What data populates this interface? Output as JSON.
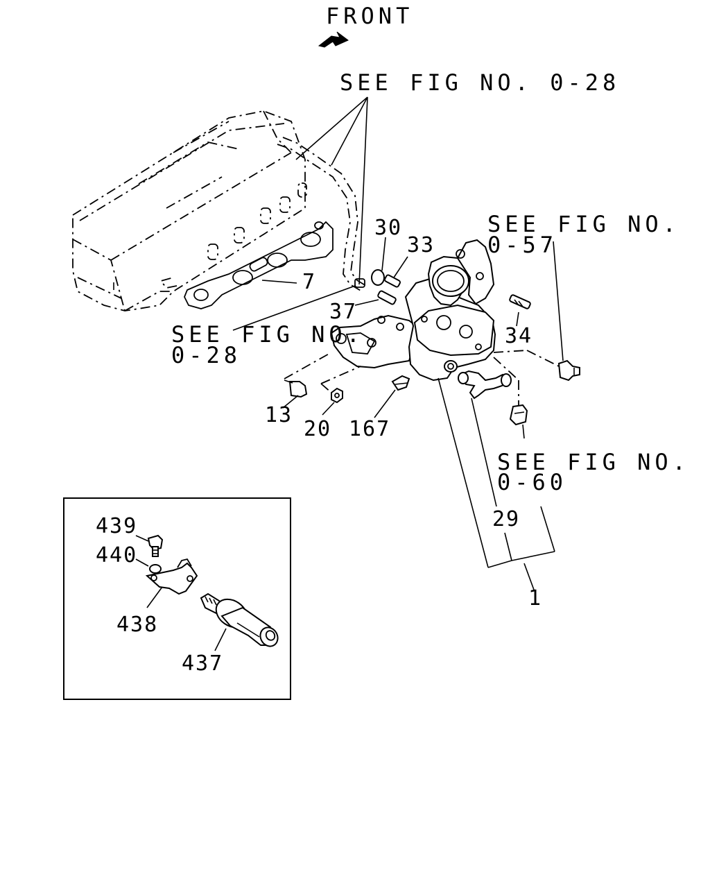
{
  "header": {
    "front_label": "FRONT"
  },
  "references": {
    "fig_028_top": "SEE FIG NO. 0-28",
    "fig_057_line1": "SEE FIG NO.",
    "fig_057_line2": "0-57",
    "fig_028_left_line1": "SEE FIG NO.",
    "fig_028_left_line2": "0-28",
    "fig_060_line1": "SEE FIG NO.",
    "fig_060_line2": "0-60"
  },
  "callouts": {
    "p1": "1",
    "p7": "7",
    "p13": "13",
    "p20": "20",
    "p29": "29",
    "p30": "30",
    "p33": "33",
    "p34": "34",
    "p37": "37",
    "p167": "167"
  },
  "inset": {
    "p437": "437",
    "p438": "438",
    "p439": "439",
    "p440": "440"
  },
  "colors": {
    "ink": "#000000",
    "paper": "#ffffff"
  }
}
